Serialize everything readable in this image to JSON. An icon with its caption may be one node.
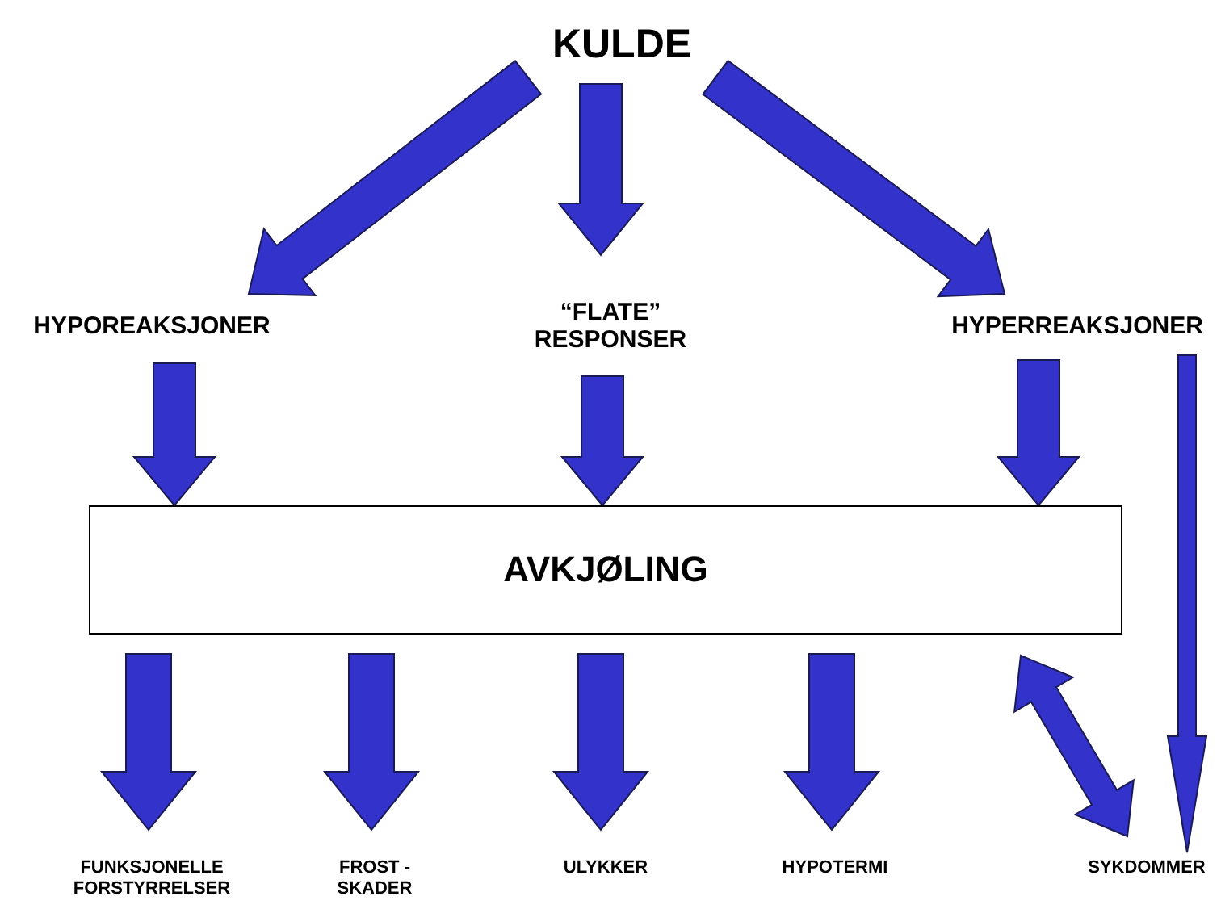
{
  "diagram": {
    "nodes": [
      {
        "text": [
          "KULDE"
        ]
      },
      {
        "text": [
          "HYPOREAKSJONER"
        ]
      },
      {
        "text": [
          "“FLATE” RESPONSER"
        ]
      },
      {
        "text": [
          "HYPERREAKSJONER"
        ]
      },
      {
        "text": [
          "AVKJØLING"
        ]
      },
      {
        "text": [
          "FUNKSJONELLE FORSTYRRELSER"
        ]
      },
      {
        "text": [
          "FROST - SKADER"
        ]
      },
      {
        "text": [
          "ULYKKER"
        ]
      },
      {
        "text": [
          "HYPOTERMI"
        ]
      },
      {
        "text": [
          "SYKDOMMER"
        ]
      }
    ],
    "edges": [
      {
        "from": 0,
        "to": 1,
        "arrow": "to"
      },
      {
        "from": 0,
        "to": 2,
        "arrow": "to"
      },
      {
        "from": 0,
        "to": 3,
        "arrow": "to"
      },
      {
        "from": 1,
        "to": 4,
        "arrow": "to"
      },
      {
        "from": 2,
        "to": 4,
        "arrow": "to"
      },
      {
        "from": 3,
        "to": 4,
        "arrow": "to"
      },
      {
        "from": 4,
        "to": 5,
        "arrow": "to"
      },
      {
        "from": 4,
        "to": 6,
        "arrow": "to"
      },
      {
        "from": 4,
        "to": 7,
        "arrow": "to"
      },
      {
        "from": 4,
        "to": 8,
        "arrow": "to"
      },
      {
        "from": 4,
        "to": 9,
        "arrow": "both"
      },
      {
        "from": 3,
        "to": 9,
        "arrow": "to"
      }
    ]
  }
}
